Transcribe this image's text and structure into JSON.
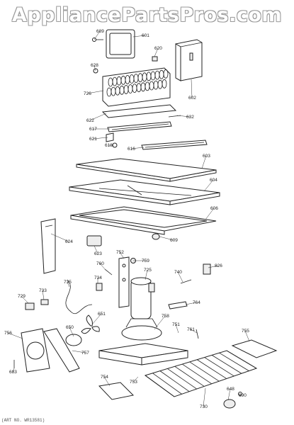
{
  "watermark": "AppliancePartsPros.com",
  "footer": "(ART NO. WR13581)",
  "parts": [
    {
      "id": "p689",
      "label": "689"
    },
    {
      "id": "p601",
      "label": "601"
    },
    {
      "id": "p620",
      "label": "620"
    },
    {
      "id": "p628",
      "label": "628"
    },
    {
      "id": "p726",
      "label": "726"
    },
    {
      "id": "p602",
      "label": "602"
    },
    {
      "id": "p622",
      "label": "622"
    },
    {
      "id": "p632",
      "label": "632"
    },
    {
      "id": "p617",
      "label": "617"
    },
    {
      "id": "p621",
      "label": "621"
    },
    {
      "id": "p618",
      "label": "618"
    },
    {
      "id": "p616",
      "label": "616"
    },
    {
      "id": "p603",
      "label": "603"
    },
    {
      "id": "p604",
      "label": "604"
    },
    {
      "id": "p606",
      "label": "606"
    },
    {
      "id": "p609",
      "label": "609"
    },
    {
      "id": "p624",
      "label": "624"
    },
    {
      "id": "p623",
      "label": "623"
    },
    {
      "id": "p752",
      "label": "752"
    },
    {
      "id": "p759",
      "label": "759"
    },
    {
      "id": "p760",
      "label": "760"
    },
    {
      "id": "p725",
      "label": "725"
    },
    {
      "id": "p740",
      "label": "740"
    },
    {
      "id": "p826",
      "label": "826"
    },
    {
      "id": "p735",
      "label": "735"
    },
    {
      "id": "p734",
      "label": "734"
    },
    {
      "id": "p729",
      "label": "729"
    },
    {
      "id": "p733",
      "label": "733"
    },
    {
      "id": "p764",
      "label": "764"
    },
    {
      "id": "p651",
      "label": "651"
    },
    {
      "id": "p758",
      "label": "758"
    },
    {
      "id": "p650",
      "label": "650"
    },
    {
      "id": "p751",
      "label": "751"
    },
    {
      "id": "p761",
      "label": "761"
    },
    {
      "id": "p756",
      "label": "756"
    },
    {
      "id": "p757",
      "label": "757"
    },
    {
      "id": "p755",
      "label": "755"
    },
    {
      "id": "p683",
      "label": "683"
    },
    {
      "id": "p754",
      "label": "754"
    },
    {
      "id": "p753",
      "label": "753"
    },
    {
      "id": "p648",
      "label": "648"
    },
    {
      "id": "p690",
      "label": "690"
    },
    {
      "id": "p730",
      "label": "730"
    }
  ]
}
